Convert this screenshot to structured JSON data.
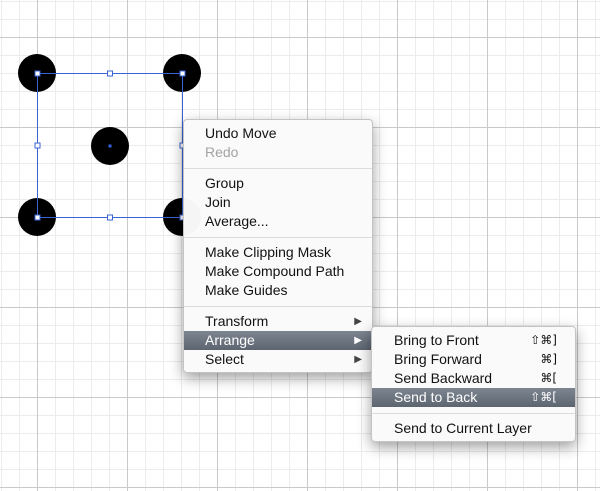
{
  "colors": {
    "selection": "#3a63d8",
    "shape_fill": "#000000",
    "menu_highlight": "#6a7280"
  },
  "context_menu": {
    "undo": "Undo Move",
    "redo": "Redo",
    "group": "Group",
    "join": "Join",
    "average": "Average...",
    "clipping_mask": "Make Clipping Mask",
    "compound_path": "Make Compound Path",
    "guides": "Make Guides",
    "transform": "Transform",
    "arrange": "Arrange",
    "select": "Select",
    "submenu_arrow": "▶"
  },
  "arrange_menu": {
    "bring_to_front": {
      "label": "Bring to Front",
      "shortcut": "⇧⌘]"
    },
    "bring_forward": {
      "label": "Bring Forward",
      "shortcut": "⌘]"
    },
    "send_backward": {
      "label": "Send Backward",
      "shortcut": "⌘["
    },
    "send_to_back": {
      "label": "Send to Back",
      "shortcut": "⇧⌘["
    },
    "send_to_current_layer": {
      "label": "Send to Current Layer"
    }
  }
}
